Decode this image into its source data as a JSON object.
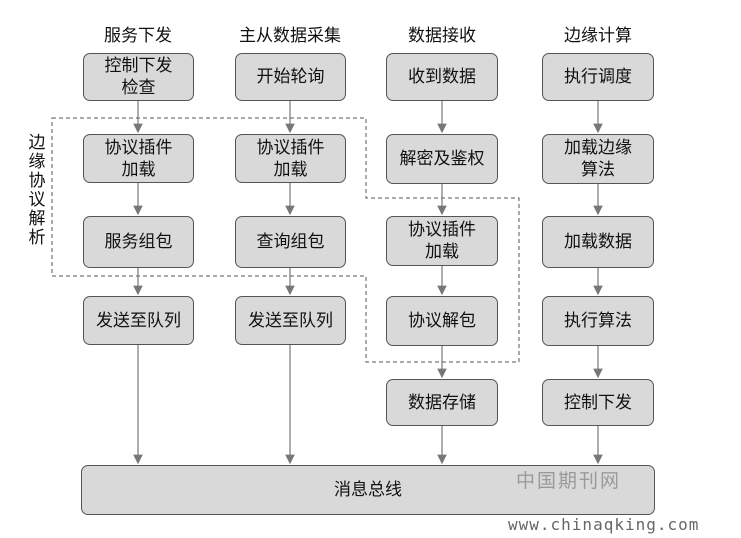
{
  "columns": [
    {
      "title": "服务下发",
      "boxes": [
        "控制下发\n检查",
        "协议插件\n加载",
        "服务组包",
        "发送至队列"
      ]
    },
    {
      "title": "主从数据采集",
      "boxes": [
        "开始轮询",
        "协议插件\n加载",
        "查询组包",
        "发送至队列"
      ]
    },
    {
      "title": "数据接收",
      "boxes": [
        "收到数据",
        "解密及鉴权",
        "协议插件\n加载",
        "协议解包",
        "数据存储"
      ]
    },
    {
      "title": "边缘计算",
      "boxes": [
        "执行调度",
        "加载边缘\n算法",
        "加载数据",
        "执行算法",
        "控制下发"
      ]
    }
  ],
  "side_label": "边缘协议解析",
  "bus": "消息总线",
  "watermark": {
    "cn": "中国期刊网",
    "url": "www.chinaqking.com"
  }
}
